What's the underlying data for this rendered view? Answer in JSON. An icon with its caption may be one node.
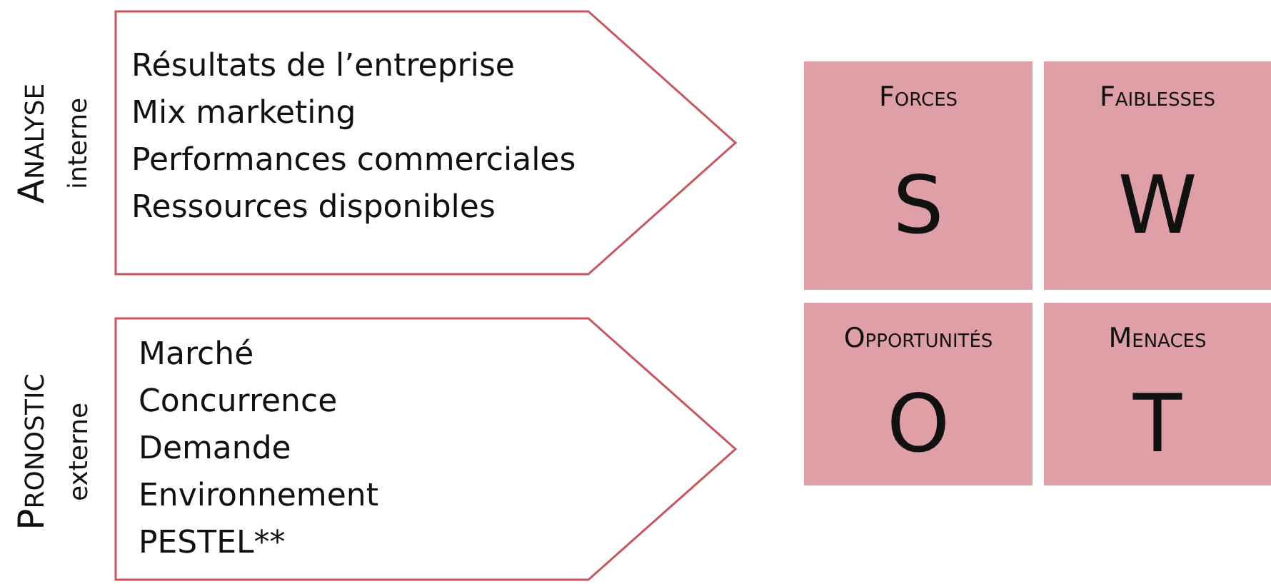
{
  "diagram": {
    "nodes": [
      {
        "text": [
          "Résultats de l’entreprise",
          "Mix marketing",
          "Performances commerciales",
          "Ressources disponibles"
        ]
      },
      {
        "text": [
          "Marché",
          "Concurrence",
          "Demande",
          "Environnement",
          "PESTEL**"
        ]
      },
      {
        "text": [
          "Forces",
          "S"
        ]
      },
      {
        "text": [
          "Faiblesses",
          "W"
        ]
      },
      {
        "text": [
          "Opportunités",
          "O"
        ]
      },
      {
        "text": [
          "Menaces",
          "T"
        ]
      }
    ],
    "labels": [
      "Analyse",
      "interne",
      "Pronostic",
      "externe"
    ]
  }
}
